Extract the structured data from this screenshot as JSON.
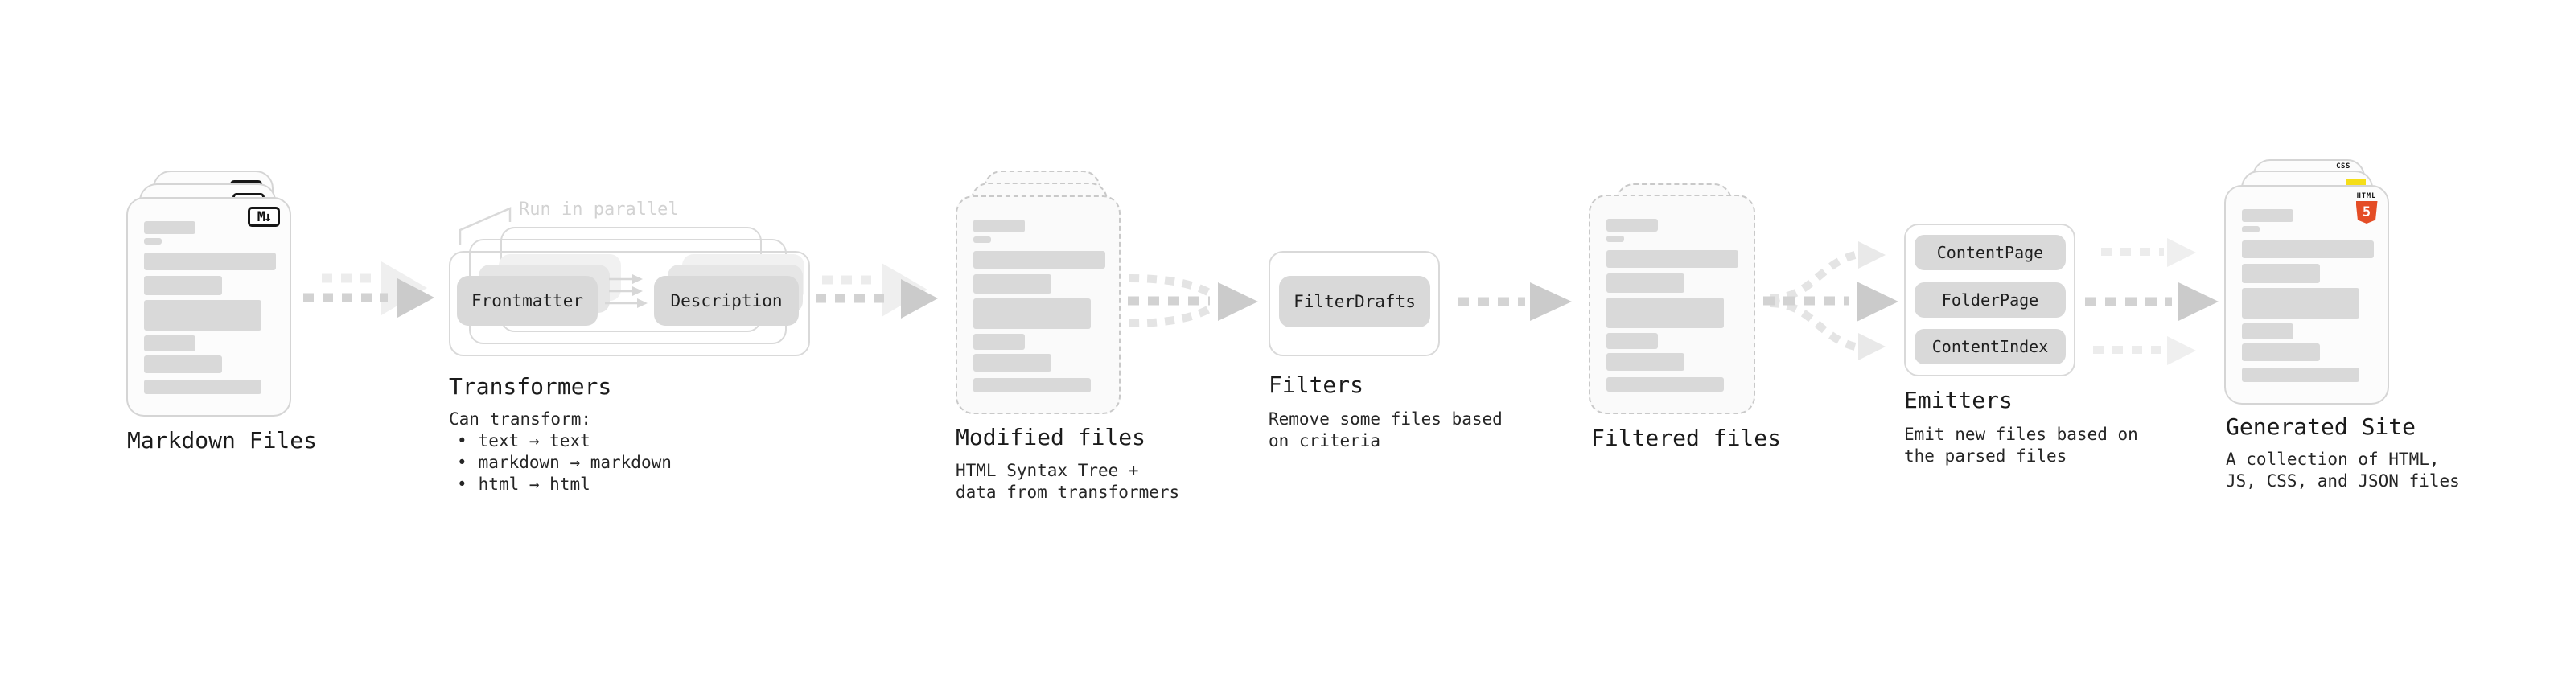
{
  "diagram": {
    "markdown": {
      "label": "Markdown Files",
      "badge": "M↓"
    },
    "transformers": {
      "note": "Run in parallel",
      "pill_left": "Frontmatter",
      "pill_right": "Description",
      "label": "Transformers",
      "desc_title": "Can transform:",
      "bullet_char": "•",
      "bullets": [
        "text → text",
        "markdown → markdown",
        "html → html"
      ]
    },
    "modified": {
      "label": "Modified files",
      "desc_line1": "HTML Syntax Tree +",
      "desc_line2": "data from transformers"
    },
    "filters": {
      "label": "Filters",
      "pill": "FilterDrafts",
      "desc_line1": "Remove some files based",
      "desc_line2": "on criteria"
    },
    "filtered": {
      "label": "Filtered files"
    },
    "emitters": {
      "label": "Emitters",
      "pills": [
        "ContentPage",
        "FolderPage",
        "ContentIndex"
      ],
      "desc_line1": "Emit new files based on",
      "desc_line2": "the parsed files"
    },
    "generated": {
      "label": "Generated Site",
      "desc_line1": "A collection of HTML,",
      "desc_line2": "JS, CSS, and JSON files",
      "badge_css_label": "CSS",
      "badge_html_label": "HTML",
      "badge_html_number": "5"
    }
  },
  "colors": {
    "html5_orange": "#e44d26",
    "js_yellow": "#f5de19",
    "css_blue": "#2f6bf2"
  }
}
